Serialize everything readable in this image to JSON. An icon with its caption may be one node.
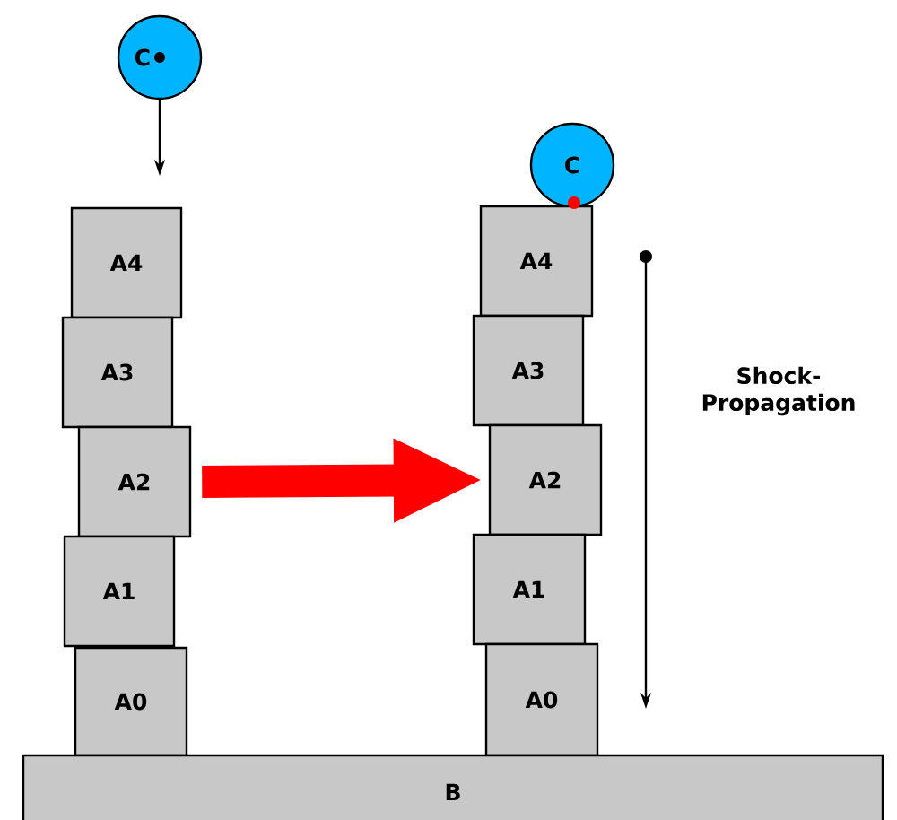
{
  "diagram": {
    "nodes": [
      {
        "text": [
          "C"
        ]
      },
      {
        "text": [
          "A4"
        ]
      },
      {
        "text": [
          "A3"
        ]
      },
      {
        "text": [
          "A2"
        ]
      },
      {
        "text": [
          "A1"
        ]
      },
      {
        "text": [
          "A0"
        ]
      },
      {
        "text": [
          "C"
        ]
      },
      {
        "text": [
          "A4"
        ]
      },
      {
        "text": [
          "A3"
        ]
      },
      {
        "text": [
          "A2"
        ]
      },
      {
        "text": [
          "A1"
        ]
      },
      {
        "text": [
          "A0"
        ]
      },
      {
        "text": [
          "B"
        ]
      }
    ],
    "edges": [
      {
        "from": 3,
        "to": 9,
        "arrow": "to",
        "color": "#ff0000"
      }
    ],
    "labels": [
      "Shock-Propagation"
    ]
  }
}
